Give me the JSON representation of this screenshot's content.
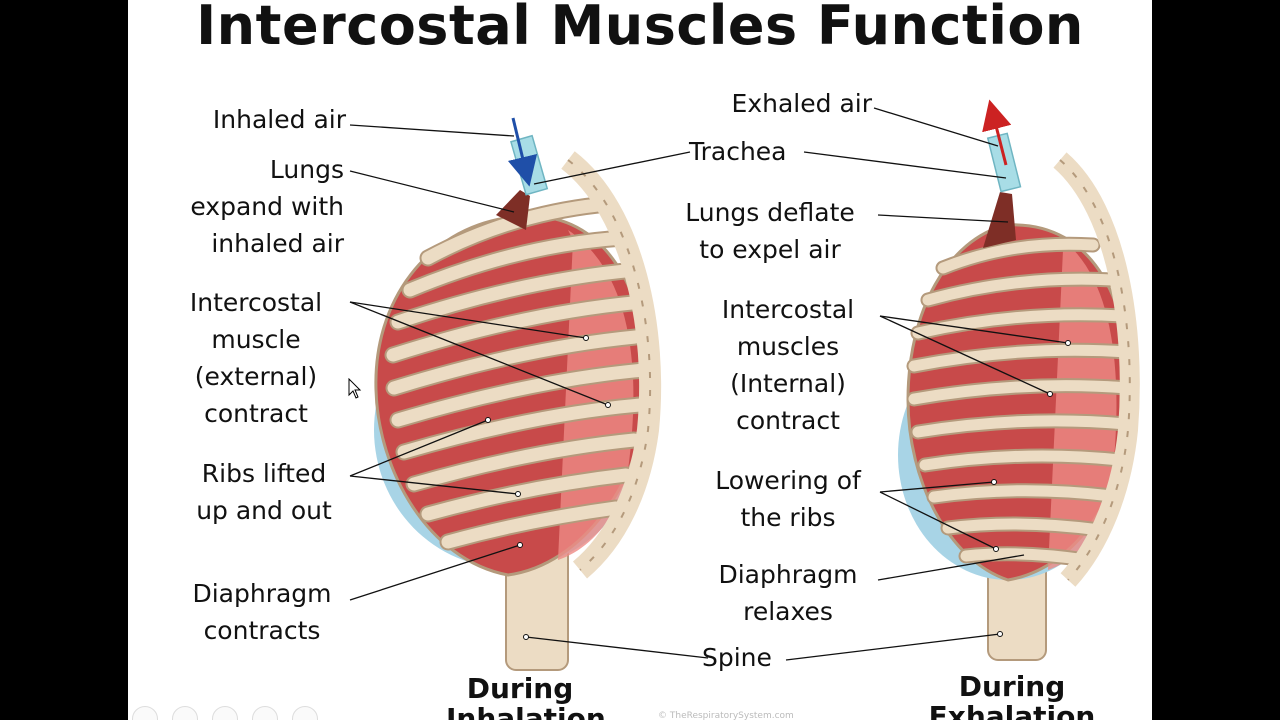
{
  "title": "Intercostal Muscles Function",
  "inhalation": {
    "caption": "During\nInhalation",
    "labels": {
      "inhaled_air": "Inhaled air",
      "lungs": "Lungs\nexpand with\ninhaled air",
      "intercostal": "Intercostal\nmuscle\n(external)\ncontract",
      "ribs": "Ribs lifted\nup and out",
      "diaphragm": "Diaphragm\ncontracts"
    }
  },
  "exhalation": {
    "caption": "During\nExhalation",
    "labels": {
      "exhaled_air": "Exhaled air",
      "lungs": "Lungs deflate\nto expel air",
      "intercostal": "Intercostal\nmuscles\n(Internal)\ncontract",
      "ribs": "Lowering of\nthe ribs",
      "diaphragm": "Diaphragm\nrelaxes"
    }
  },
  "shared": {
    "trachea": "Trachea",
    "spine": "Spine"
  },
  "watermark": "© TheRespiratorySystem.com",
  "colors": {
    "bone": "#ecdcc4",
    "bone_stroke": "#b49a7c",
    "muscle": "#c84a4a",
    "muscle_light": "#ee8a84",
    "lung": "#7e2e26",
    "diaphragm": "#a8d4e6",
    "inhale_arrow": "#1f4fa8",
    "exhale_arrow": "#cc2222",
    "trachea": "#a8dde6"
  }
}
